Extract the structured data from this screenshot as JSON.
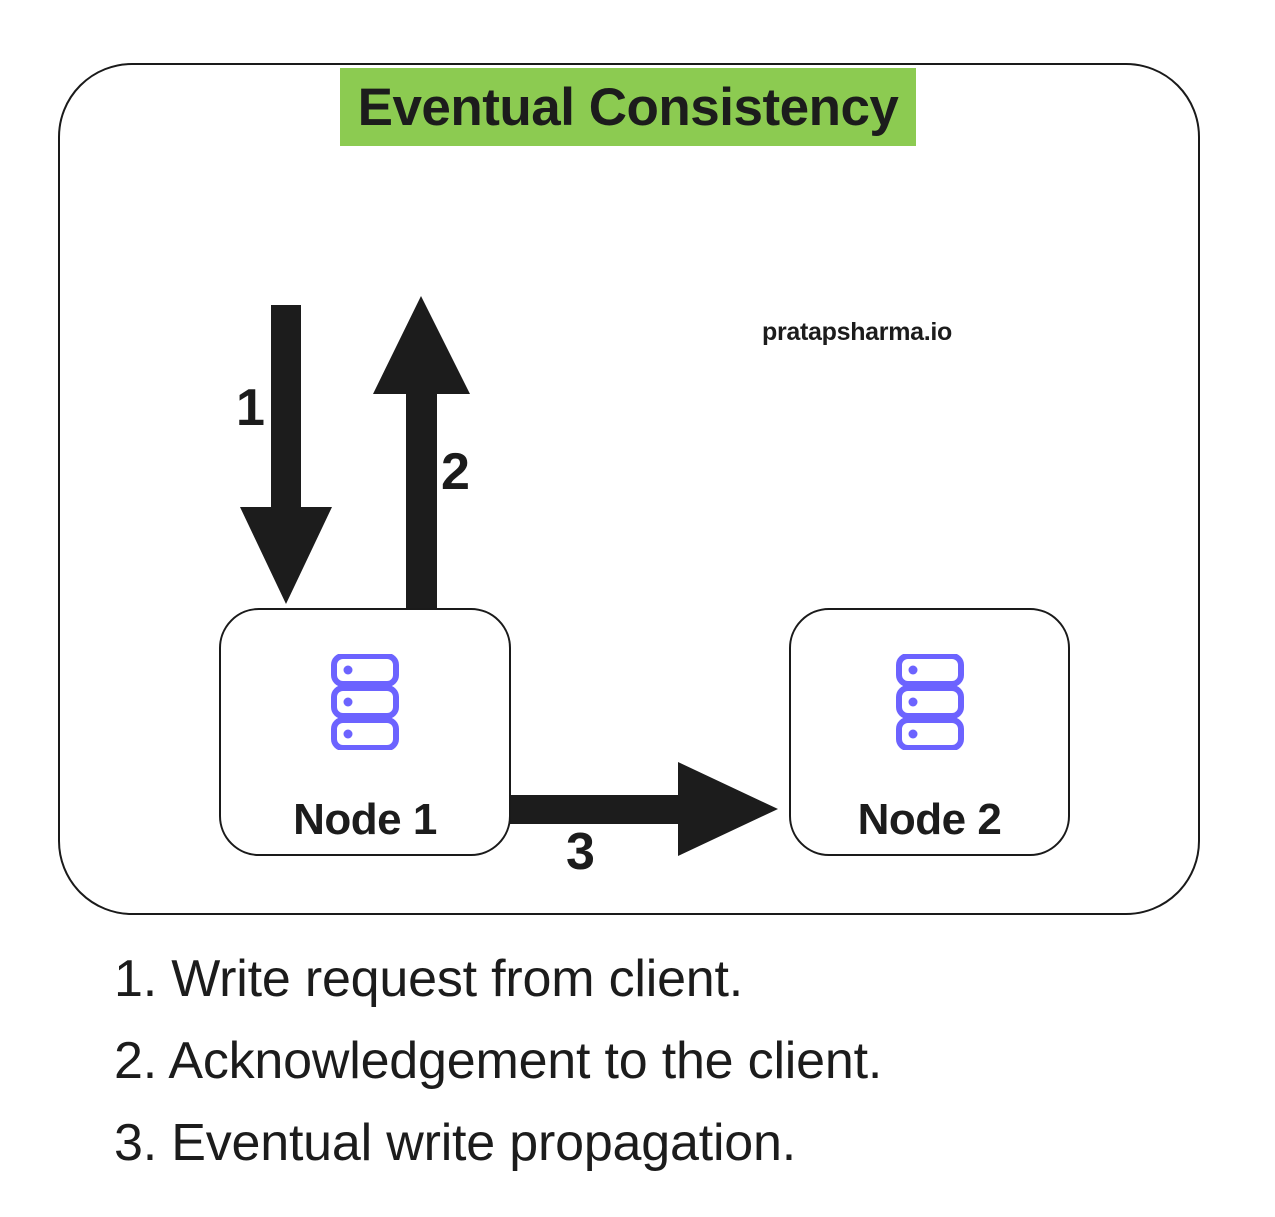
{
  "diagram": {
    "title": "Eventual Consistency",
    "title_highlight_color": "#8ccb51",
    "watermark": "pratapsharma.io",
    "border_color": "#1a1a1a",
    "background_color": "#ffffff",
    "accent_icon_color": "#6c63ff",
    "nodes": [
      {
        "id": "node-1",
        "label": "Node 1",
        "icon": "server-stack-icon"
      },
      {
        "id": "node-2",
        "label": "Node 2",
        "icon": "server-stack-icon"
      }
    ],
    "arrows": [
      {
        "id": "arrow-1",
        "number": "1",
        "direction": "down",
        "from": "client",
        "to": "Node 1"
      },
      {
        "id": "arrow-2",
        "number": "2",
        "direction": "up",
        "from": "Node 1",
        "to": "client"
      },
      {
        "id": "arrow-3",
        "number": "3",
        "direction": "right",
        "from": "Node 1",
        "to": "Node 2"
      }
    ]
  },
  "legend": {
    "items": [
      "1. Write request from client.",
      "2. Acknowledgement to the client.",
      "3. Eventual write propagation."
    ]
  }
}
